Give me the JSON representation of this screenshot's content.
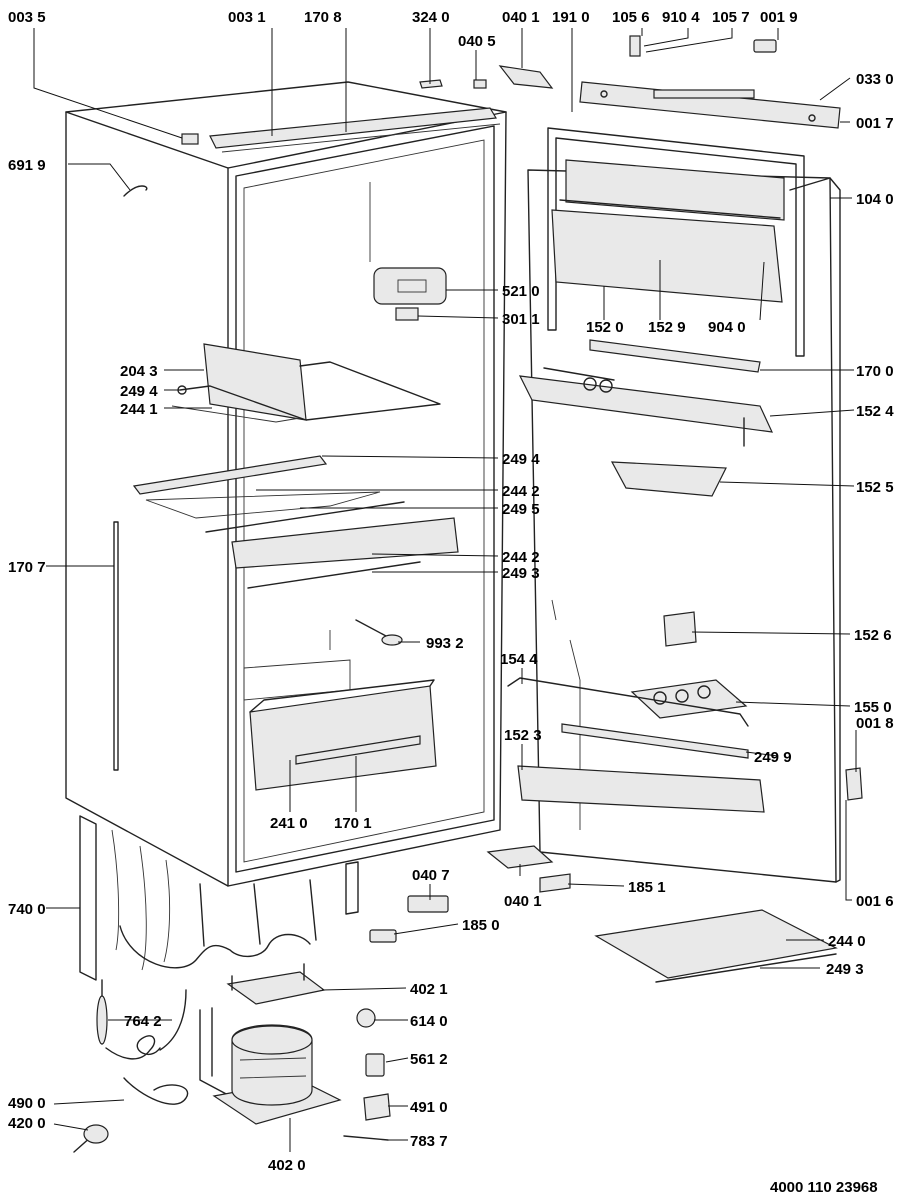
{
  "drawing_number": "4000 110 23968",
  "labels": [
    {
      "id": "l0035",
      "text": "003 5"
    },
    {
      "id": "l0031",
      "text": "003 1"
    },
    {
      "id": "l1708",
      "text": "170 8"
    },
    {
      "id": "l3240",
      "text": "324 0"
    },
    {
      "id": "l0405",
      "text": "040 5"
    },
    {
      "id": "l0401a",
      "text": "040 1"
    },
    {
      "id": "l1910",
      "text": "191 0"
    },
    {
      "id": "l1056",
      "text": "105 6"
    },
    {
      "id": "l9104",
      "text": "910 4"
    },
    {
      "id": "l1057",
      "text": "105 7"
    },
    {
      "id": "l0019",
      "text": "001 9"
    },
    {
      "id": "l0330",
      "text": "033 0"
    },
    {
      "id": "l0017",
      "text": "001 7"
    },
    {
      "id": "l6919",
      "text": "691 9"
    },
    {
      "id": "l1040",
      "text": "104 0"
    },
    {
      "id": "l5210",
      "text": "521 0"
    },
    {
      "id": "l3011",
      "text": "301 1"
    },
    {
      "id": "l1520",
      "text": "152 0"
    },
    {
      "id": "l1529",
      "text": "152 9"
    },
    {
      "id": "l9040",
      "text": "904 0"
    },
    {
      "id": "l2043",
      "text": "204 3"
    },
    {
      "id": "l2494a",
      "text": "249 4"
    },
    {
      "id": "l2441",
      "text": "244 1"
    },
    {
      "id": "l1700",
      "text": "170 0"
    },
    {
      "id": "l1524",
      "text": "152 4"
    },
    {
      "id": "l2494b",
      "text": "249 4"
    },
    {
      "id": "l2442a",
      "text": "244 2"
    },
    {
      "id": "l2495",
      "text": "249 5"
    },
    {
      "id": "l1525",
      "text": "152 5"
    },
    {
      "id": "l1707",
      "text": "170 7"
    },
    {
      "id": "l2442b",
      "text": "244 2"
    },
    {
      "id": "l2493a",
      "text": "249 3"
    },
    {
      "id": "l9932",
      "text": "993 2"
    },
    {
      "id": "l1526",
      "text": "152 6"
    },
    {
      "id": "l1544",
      "text": "154 4"
    },
    {
      "id": "l1550",
      "text": "155 0"
    },
    {
      "id": "l0018",
      "text": "001 8"
    },
    {
      "id": "l1523",
      "text": "152 3"
    },
    {
      "id": "l2499",
      "text": "249 9"
    },
    {
      "id": "l2410",
      "text": "241 0"
    },
    {
      "id": "l1701",
      "text": "170 1"
    },
    {
      "id": "l0407",
      "text": "040 7"
    },
    {
      "id": "l0401b",
      "text": "040 1"
    },
    {
      "id": "l1851",
      "text": "185 1"
    },
    {
      "id": "l7400",
      "text": "740 0"
    },
    {
      "id": "l0016",
      "text": "001 6"
    },
    {
      "id": "l1850",
      "text": "185 0"
    },
    {
      "id": "l2440",
      "text": "244 0"
    },
    {
      "id": "l4021",
      "text": "402 1"
    },
    {
      "id": "l2493b",
      "text": "249 3"
    },
    {
      "id": "l7642",
      "text": "764 2"
    },
    {
      "id": "l6140",
      "text": "614 0"
    },
    {
      "id": "l5612",
      "text": "561 2"
    },
    {
      "id": "l4900",
      "text": "490 0"
    },
    {
      "id": "l4910",
      "text": "491 0"
    },
    {
      "id": "l4200",
      "text": "420 0"
    },
    {
      "id": "l7837",
      "text": "783 7"
    },
    {
      "id": "l4020",
      "text": "402 0"
    }
  ]
}
